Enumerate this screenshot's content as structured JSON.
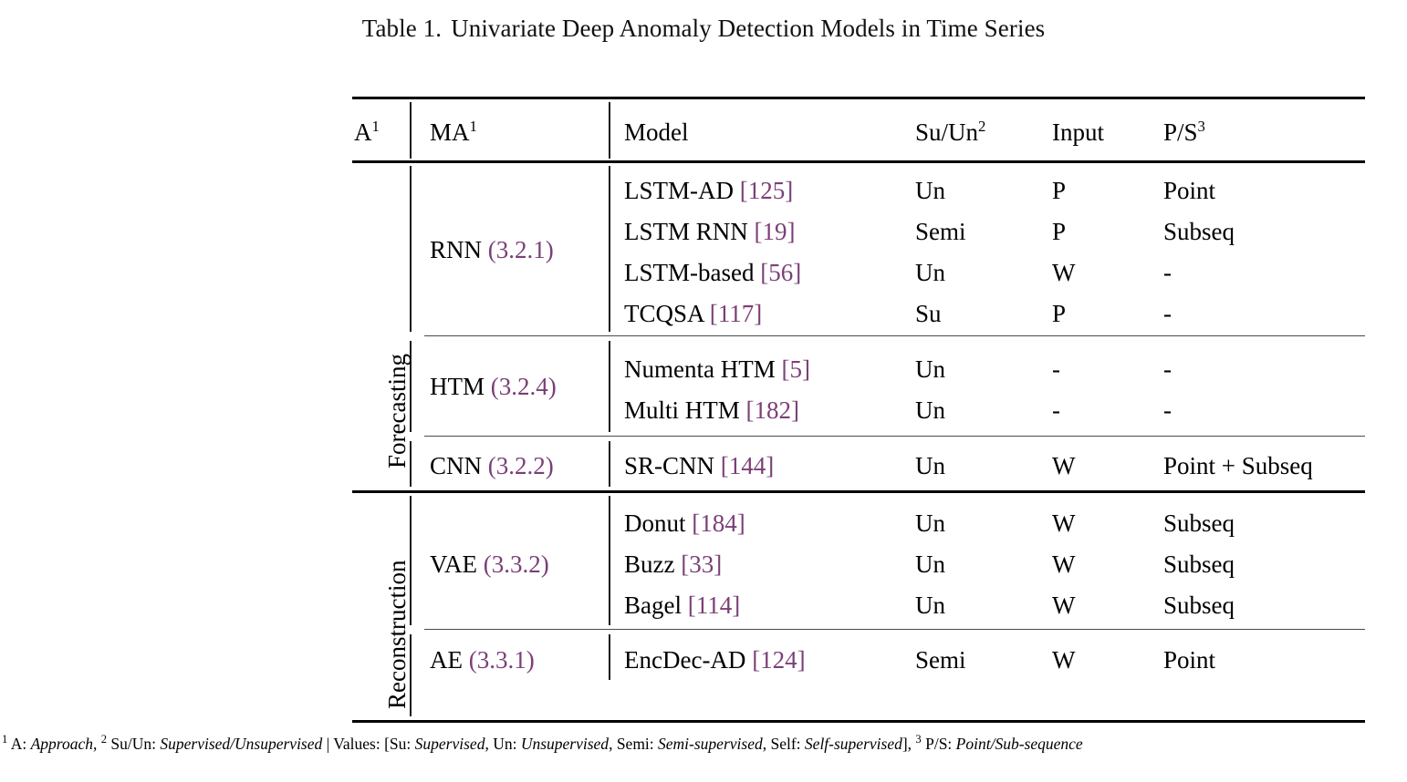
{
  "caption": {
    "label": "Table 1.",
    "title": "Univariate Deep Anomaly Detection Models in Time Series"
  },
  "colors": {
    "reference": "#7b3f77",
    "rule": "#000000",
    "text": "#000000"
  },
  "header": {
    "approach": "A",
    "approach_sup": "1",
    "method_family": "MA",
    "method_family_sup": "1",
    "model": "Model",
    "suun": "Su/Un",
    "suun_sup": "2",
    "input": "Input",
    "ps": "P/S",
    "ps_sup": "3"
  },
  "approach_groups": [
    {
      "label": "Forecasting"
    },
    {
      "label": "Reconstruction"
    }
  ],
  "method_groups": [
    {
      "name": "RNN",
      "section": "(3.2.1)"
    },
    {
      "name": "HTM",
      "section": "(3.2.4)"
    },
    {
      "name": "CNN",
      "section": "(3.2.2)"
    },
    {
      "name": "VAE",
      "section": "(3.3.2)"
    },
    {
      "name": "AE",
      "section": "(3.3.1)"
    }
  ],
  "rows": [
    {
      "model": "LSTM-AD",
      "ref": "[125]",
      "suun": "Un",
      "input": "P",
      "ps": "Point"
    },
    {
      "model": "LSTM RNN",
      "ref": "[19]",
      "suun": "Semi",
      "input": "P",
      "ps": "Subseq"
    },
    {
      "model": "LSTM-based",
      "ref": "[56]",
      "suun": "Un",
      "input": "W",
      "ps": "-"
    },
    {
      "model": "TCQSA",
      "ref": "[117]",
      "suun": "Su",
      "input": "P",
      "ps": "-"
    },
    {
      "model": "Numenta HTM",
      "ref": "[5]",
      "suun": "Un",
      "input": "-",
      "ps": "-"
    },
    {
      "model": "Multi HTM",
      "ref": "[182]",
      "suun": "Un",
      "input": "-",
      "ps": "-"
    },
    {
      "model": "SR-CNN",
      "ref": "[144]",
      "suun": "Un",
      "input": "W",
      "ps": "Point + Subseq"
    },
    {
      "model": "Donut",
      "ref": "[184]",
      "suun": "Un",
      "input": "W",
      "ps": "Subseq"
    },
    {
      "model": "Buzz",
      "ref": "[33]",
      "suun": "Un",
      "input": "W",
      "ps": "Subseq"
    },
    {
      "model": "Bagel",
      "ref": "[114]",
      "suun": "Un",
      "input": "W",
      "ps": "Subseq"
    },
    {
      "model": "EncDec-AD",
      "ref": "[124]",
      "suun": "Semi",
      "input": "W",
      "ps": "Point"
    }
  ],
  "footnote": {
    "sup1": "1",
    "part1_plain": "A: ",
    "part1_italic": "Approach",
    "part1_tail": ", ",
    "sup2": "2",
    "part2_plain": "Su/Un: ",
    "part2_italic": "Supervised/Unsupervised",
    "part2_tail": " | Values: [Su: ",
    "v1_italic": "Supervised",
    "v1_tail": ", Un: ",
    "v2_italic": "Unsupervised",
    "v2_tail": ", Semi: ",
    "v3_italic": "Semi-supervised",
    "v3_tail": ", Self: ",
    "v4_italic": "Self-supervised",
    "v4_tail": "], ",
    "sup3": "3",
    "part3_plain": "P/S: ",
    "part3_italic": "Point/Sub-sequence"
  }
}
